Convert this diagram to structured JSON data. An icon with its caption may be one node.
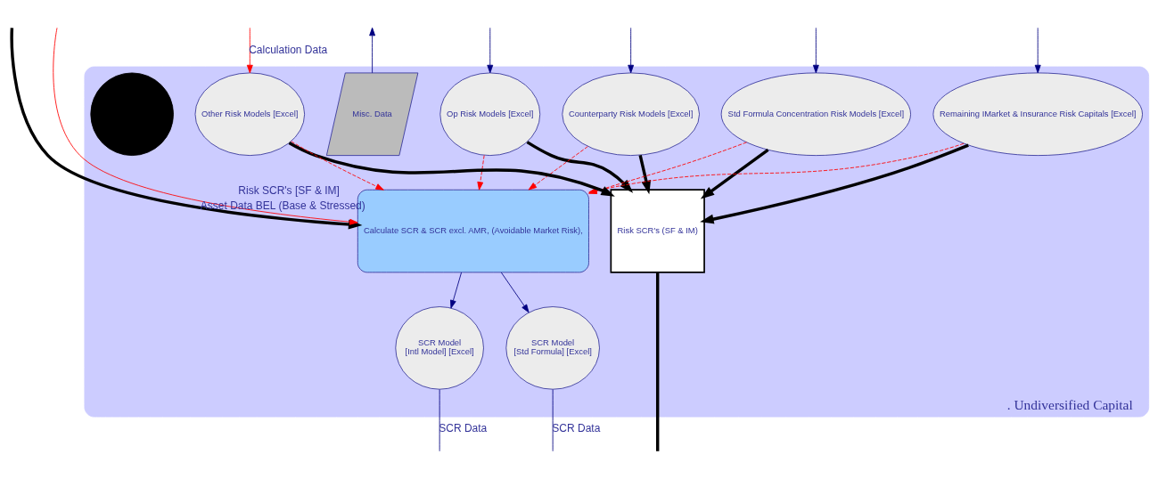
{
  "diagram": {
    "nodes": [
      {
        "text": [
          ". Undiversified Capital"
        ]
      },
      {
        "text": [
          "Misc. Data"
        ],
        "in": 0
      },
      {
        "text": [
          "Op Risk Models [Excel]"
        ],
        "in": 0
      },
      {
        "text": [
          "Counterparty Risk Models [Excel]"
        ],
        "in": 0
      },
      {
        "text": [
          "Std Formula Concentration Risk Models [Excel]"
        ],
        "in": 0
      },
      {
        "text": [
          "Remaining IMarket & Insurance Risk Capitals [Excel]"
        ],
        "in": 0
      },
      {
        "text": [
          "Other Risk Models [Excel]"
        ],
        "in": 0
      },
      {
        "text": [
          "Risk SCR's (SF & IM)"
        ],
        "in": 0
      },
      {
        "text": [
          "Calculate SCR & SCR excl. AMR, (Avoidable Market Risk),"
        ],
        "in": 0
      },
      {
        "text": [
          "SCR Model",
          "[Std Formula] [Excel]"
        ],
        "in": 0
      },
      {
        "text": [
          "SCR Model",
          "[Intl Model] [Excel]"
        ],
        "in": 0
      },
      {
        "text": [],
        "shape": "circle",
        "in": 0
      }
    ],
    "edges": [
      {
        "from": null,
        "to": 6,
        "arrow": "to",
        "label": "Calculation Data",
        "color": "#ff0000"
      },
      {
        "from": 1,
        "to": null,
        "arrow": "to"
      },
      {
        "from": null,
        "to": 2,
        "arrow": "to"
      },
      {
        "from": null,
        "to": 3,
        "arrow": "to"
      },
      {
        "from": null,
        "to": 4,
        "arrow": "to"
      },
      {
        "from": null,
        "to": 5,
        "arrow": "to"
      },
      {
        "from": 6,
        "to": 7,
        "arrow": "to",
        "style": "thick",
        "color": "#000000"
      },
      {
        "from": 5,
        "to": 7,
        "arrow": "to",
        "style": "thick",
        "color": "#000000"
      },
      {
        "from": 4,
        "to": 7,
        "arrow": "to",
        "style": "thick",
        "color": "#000000"
      },
      {
        "from": 3,
        "to": 7,
        "arrow": "to",
        "style": "thick",
        "color": "#000000"
      },
      {
        "from": 2,
        "to": 7,
        "arrow": "to",
        "style": "thick",
        "color": "#000000"
      },
      {
        "from": 2,
        "to": 8,
        "arrow": "to",
        "style": "dashed",
        "color": "#ff0000"
      },
      {
        "from": 3,
        "to": 8,
        "arrow": "to",
        "style": "dashed",
        "color": "#ff0000"
      },
      {
        "from": 4,
        "to": 8,
        "arrow": "to",
        "style": "dashed",
        "color": "#ff0000"
      },
      {
        "from": 5,
        "to": 8,
        "arrow": "to",
        "style": "dashed",
        "color": "#ff0000"
      },
      {
        "from": 6,
        "to": 8,
        "arrow": "to",
        "style": "dashed",
        "color": "#ff0000"
      },
      {
        "from": 7,
        "to": null,
        "arrow": "none",
        "style": "thick",
        "color": "#000000"
      },
      {
        "from": null,
        "to": 8,
        "arrow": "to",
        "label": "Risk SCR's [SF & IM]",
        "style": "thick",
        "color": "#000000"
      },
      {
        "from": null,
        "to": 8,
        "arrow": "to",
        "label": "Asset Data BEL (Base & Stressed)",
        "color": "#ff0000"
      },
      {
        "from": 8,
        "to": 9,
        "arrow": "to"
      },
      {
        "from": 8,
        "to": 10,
        "arrow": "to"
      },
      {
        "from": 9,
        "to": null,
        "arrow": "none",
        "label": "SCR Data"
      },
      {
        "from": 10,
        "to": null,
        "arrow": "none",
        "label": "SCR Data"
      }
    ]
  }
}
